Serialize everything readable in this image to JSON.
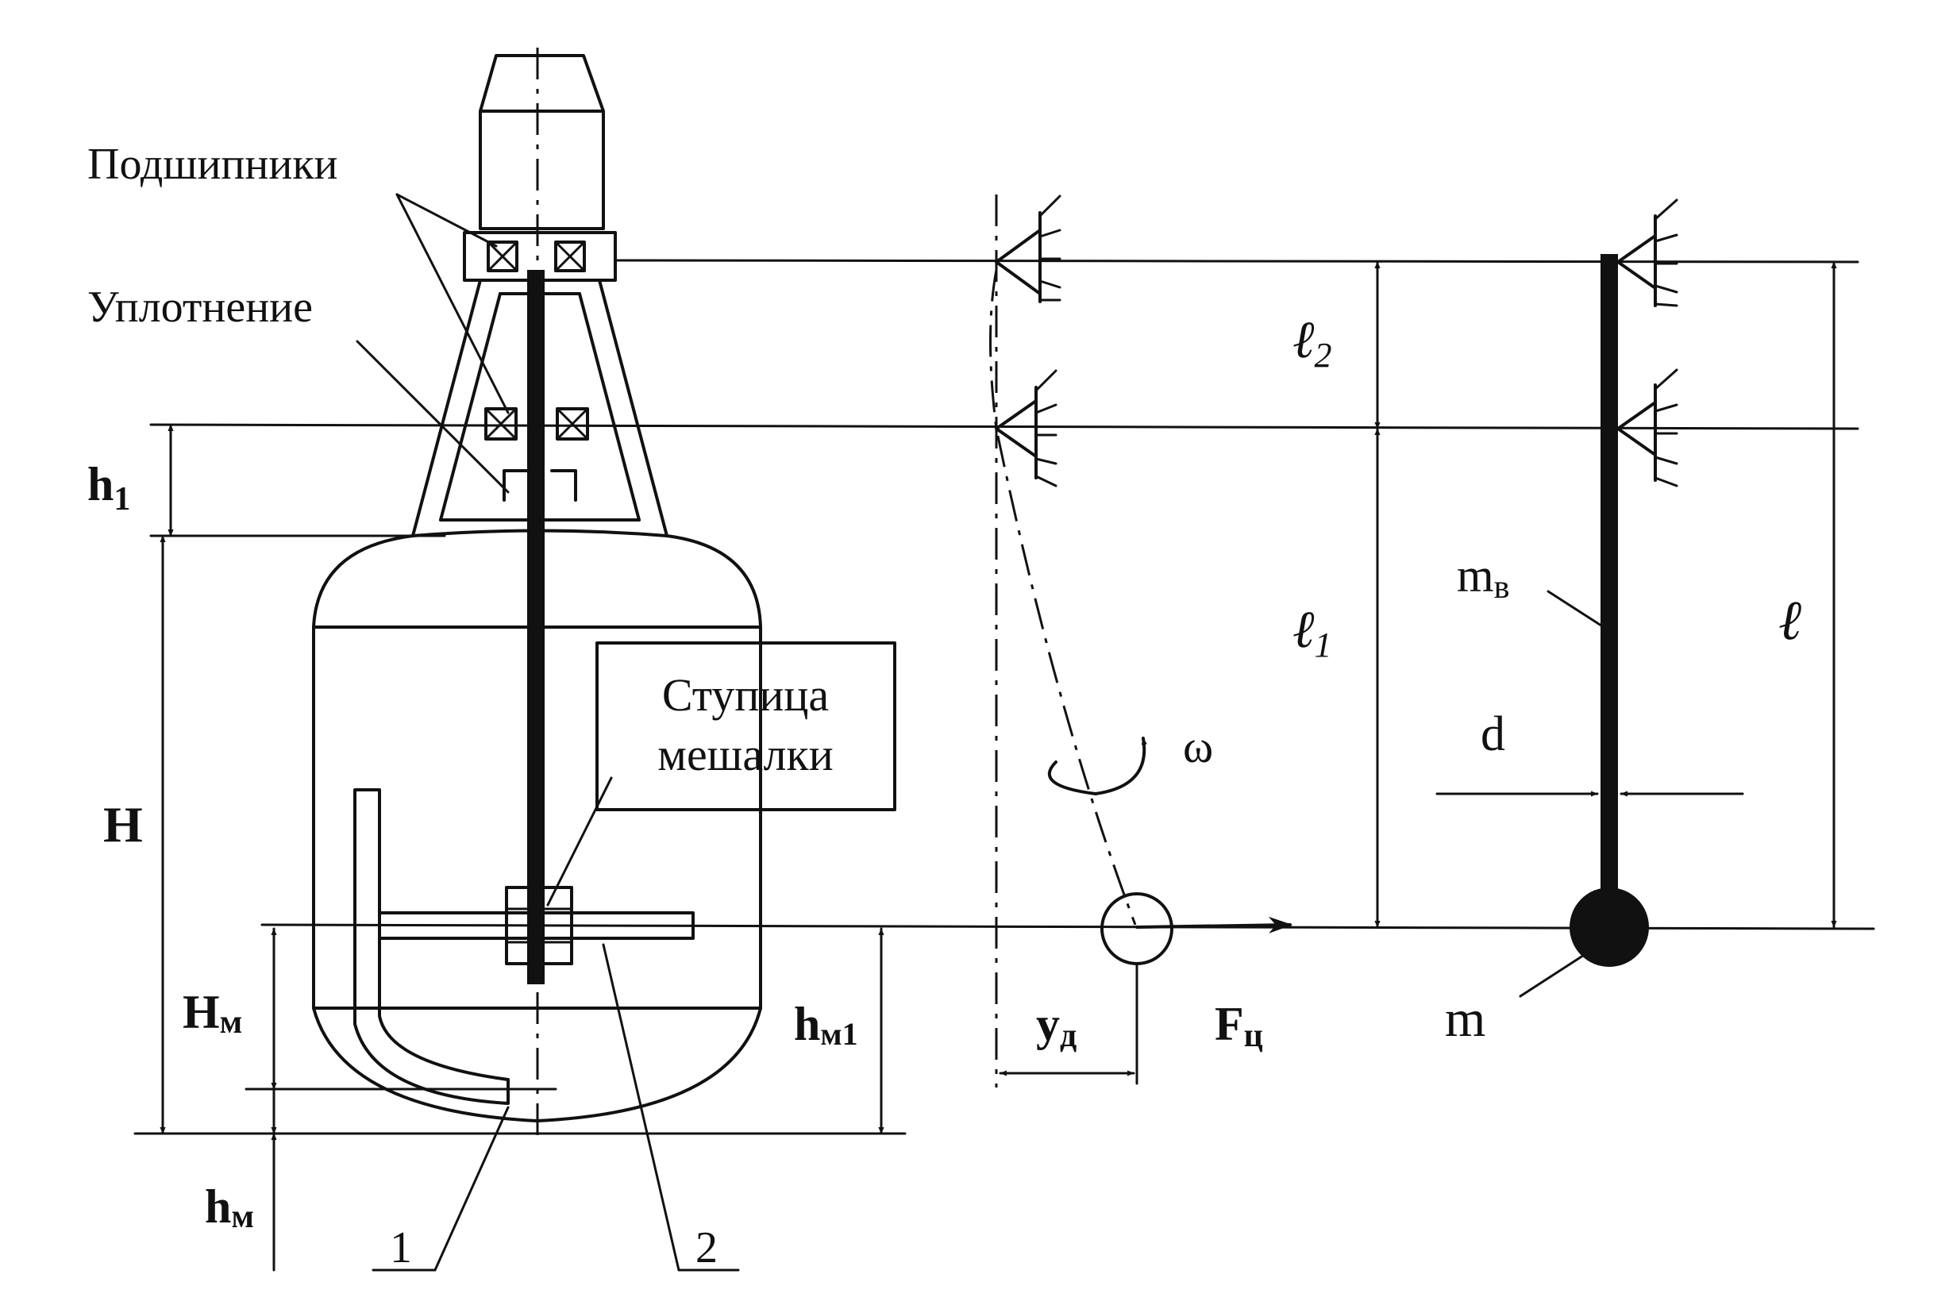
{
  "labels": {
    "bearings": "Подшипники",
    "seal": "Уплотнение",
    "hub_line1": "Ступица",
    "hub_line2": "мешалки",
    "h1": "h",
    "h1_sub": "1",
    "H": "H",
    "Hm": "H",
    "Hm_sub": "м",
    "hm": "h",
    "hm_sub": "м",
    "hm1": "h",
    "hm1_sub": "м1",
    "part1": "1",
    "part2": "2",
    "omega": "ω",
    "yd": "у",
    "yd_sub": "д",
    "Fc": "F",
    "Fc_sub": "ц",
    "l2": "ℓ",
    "l2_sub": "2",
    "l1": "ℓ",
    "l1_sub": "1",
    "l": "ℓ",
    "mv": "m",
    "mv_sub": "в",
    "d": "d",
    "m": "m"
  },
  "colors": {
    "ink": "#111111",
    "paper": "#ffffff"
  }
}
